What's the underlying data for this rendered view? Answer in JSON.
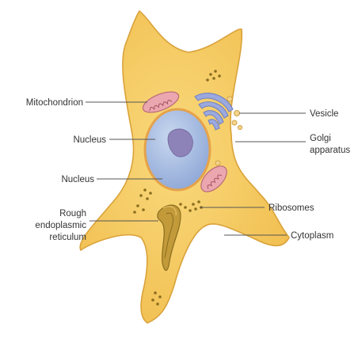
{
  "labels": {
    "mitochondrion": "Mitochondrion",
    "nucleus_outer": "Nucleus",
    "nucleus_inner": "Nucleus",
    "rough_er_line1": "Rough",
    "rough_er_line2": "endoplasmic",
    "rough_er_line3": "reticulum",
    "vesicle": "Vesicle",
    "golgi_line1": "Golgi",
    "golgi_line2": "apparatus",
    "ribosomes": "Ribosomes",
    "cytoplasm": "Cytoplasm"
  },
  "colors": {
    "cytoplasm_fill": "#F6CB62",
    "cytoplasm_edge": "#D9A23A",
    "nucleus_fill": "#A9BFE3",
    "nucleus_edge": "#E5A24A",
    "nucleolus_fill": "#8E83B8",
    "mitochondrion_fill": "#EBA7B0",
    "golgi_fill": "#9BA9DE",
    "rough_er_fill": "#C29A3A",
    "ribosome_fill": "#8A6D1E"
  }
}
